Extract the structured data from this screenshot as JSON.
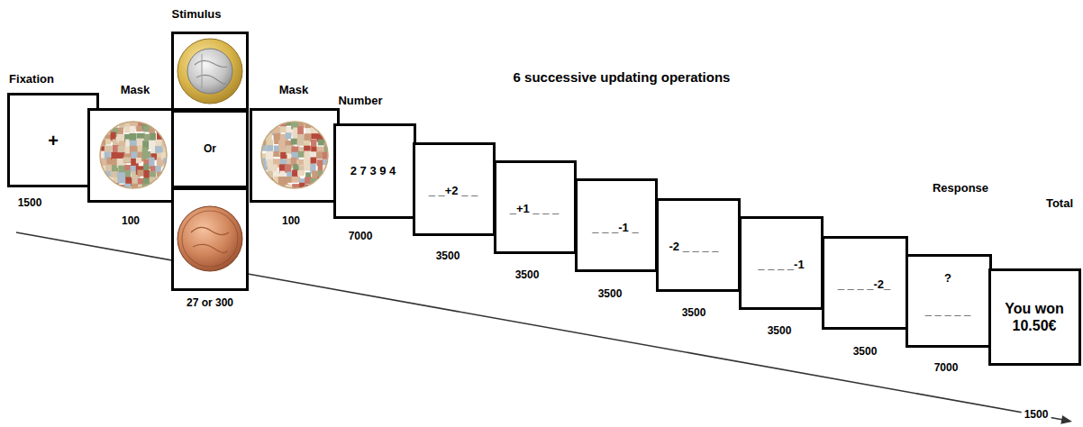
{
  "diagram": {
    "nodes": [
      {
        "text": [
          "Fixation",
          "+"
        ]
      },
      {
        "text": [
          "Mask"
        ]
      },
      {
        "text": [
          "Stimulus"
        ]
      },
      {
        "text": [
          "Or"
        ]
      },
      {
        "text": [
          "Mask"
        ]
      },
      {
        "text": [
          "Number",
          "2 7 3 9 4"
        ]
      },
      {
        "text": [
          "_ _+2 _ _"
        ]
      },
      {
        "text": [
          "_+1 _ _ _"
        ]
      },
      {
        "text": [
          "_ _ _-1 _"
        ]
      },
      {
        "text": [
          "-2 _ _ _ _"
        ]
      },
      {
        "text": [
          "_ _ _ _-1"
        ]
      },
      {
        "text": [
          "_ _ _ _-2_"
        ]
      },
      {
        "text": [
          "Response",
          "?",
          "_ _ _ _ _"
        ]
      },
      {
        "text": [
          "Total",
          "You won 10.50€"
        ]
      }
    ],
    "labels": [
      "1500",
      "100",
      "27 or 300",
      "100",
      "7000",
      "6 successive updating operations",
      "3500",
      "3500",
      "3500",
      "3500",
      "3500",
      "3500",
      "7000",
      "1500"
    ]
  }
}
